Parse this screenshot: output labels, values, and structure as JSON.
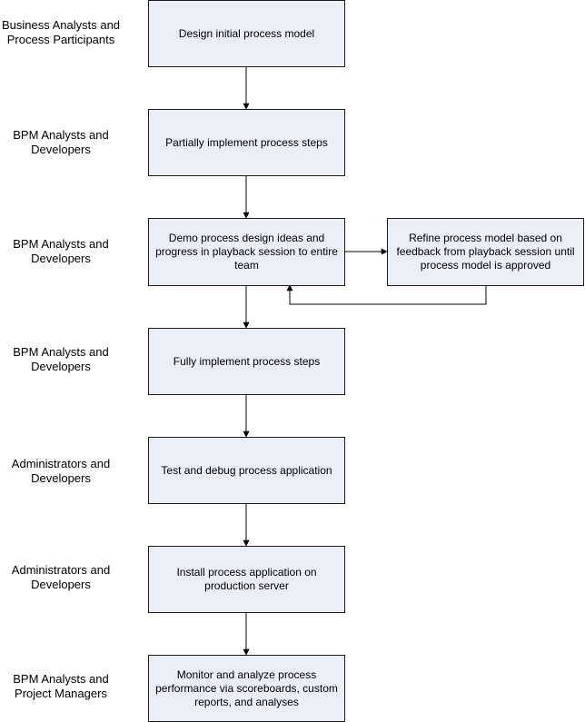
{
  "roles": [
    [
      "Business Analysts and",
      "Process Participants"
    ],
    [
      "BPM Analysts and",
      "Developers"
    ],
    [
      "BPM Analysts and",
      "Developers"
    ],
    [
      "BPM Analysts and",
      "Developers"
    ],
    [
      "Administrators and",
      "Developers"
    ],
    [
      "Administrators and",
      "Developers"
    ],
    [
      "BPM Analysts and",
      "Project Managers"
    ]
  ],
  "steps": [
    [
      "Design initial process model"
    ],
    [
      "Partially implement process steps"
    ],
    [
      "Demo process design ideas and",
      "progress in playback session to entire",
      "team"
    ],
    [
      "Fully implement process steps"
    ],
    [
      "Test and debug process application"
    ],
    [
      "Install process application on",
      "production server"
    ],
    [
      "Monitor and analyze process",
      "performance via scoreboards, custom",
      "reports, and analyses"
    ]
  ],
  "refine": [
    "Refine process model based on",
    "feedback from playback session until",
    "process model is approved"
  ],
  "colors": {
    "box_fill": "#eaeef5",
    "box_border": "#1a1a1a",
    "arrow": "#000000"
  }
}
